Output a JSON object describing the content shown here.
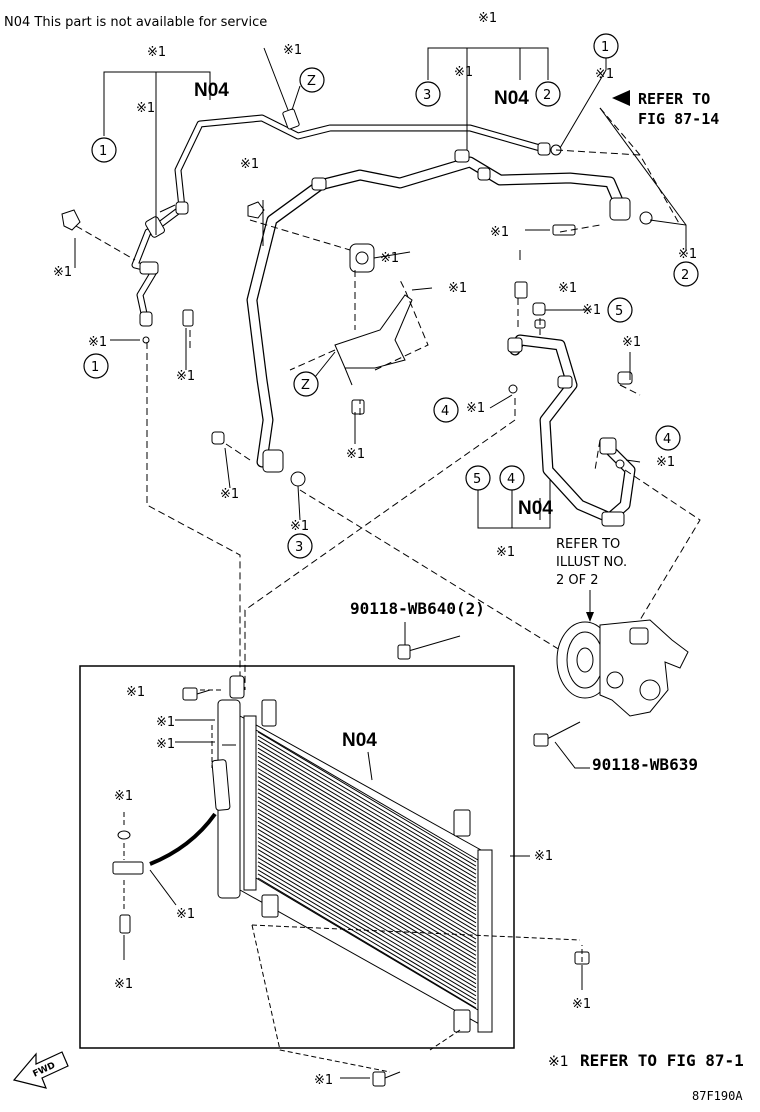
{
  "note": "N04 This part is not available for service",
  "callout_refer_note": "※1",
  "refer_fig_87_14": [
    "REFER TO",
    "FIG 87-14"
  ],
  "refer_illust": [
    "REFER TO",
    "ILLUST NO.",
    "2 OF 2"
  ],
  "part_90118_WB640": "90118-WB640(2)",
  "part_90118_WB639": "90118-WB639",
  "n04_label": "N04",
  "legend_symbol": "※1",
  "legend_text": "REFER TO FIG 87-1",
  "fwd_label": "FWD",
  "figure_id": "87F190A",
  "num_1": "1",
  "num_2": "2",
  "num_3": "3",
  "num_4": "4",
  "num_5": "5",
  "letter_z": "Z"
}
